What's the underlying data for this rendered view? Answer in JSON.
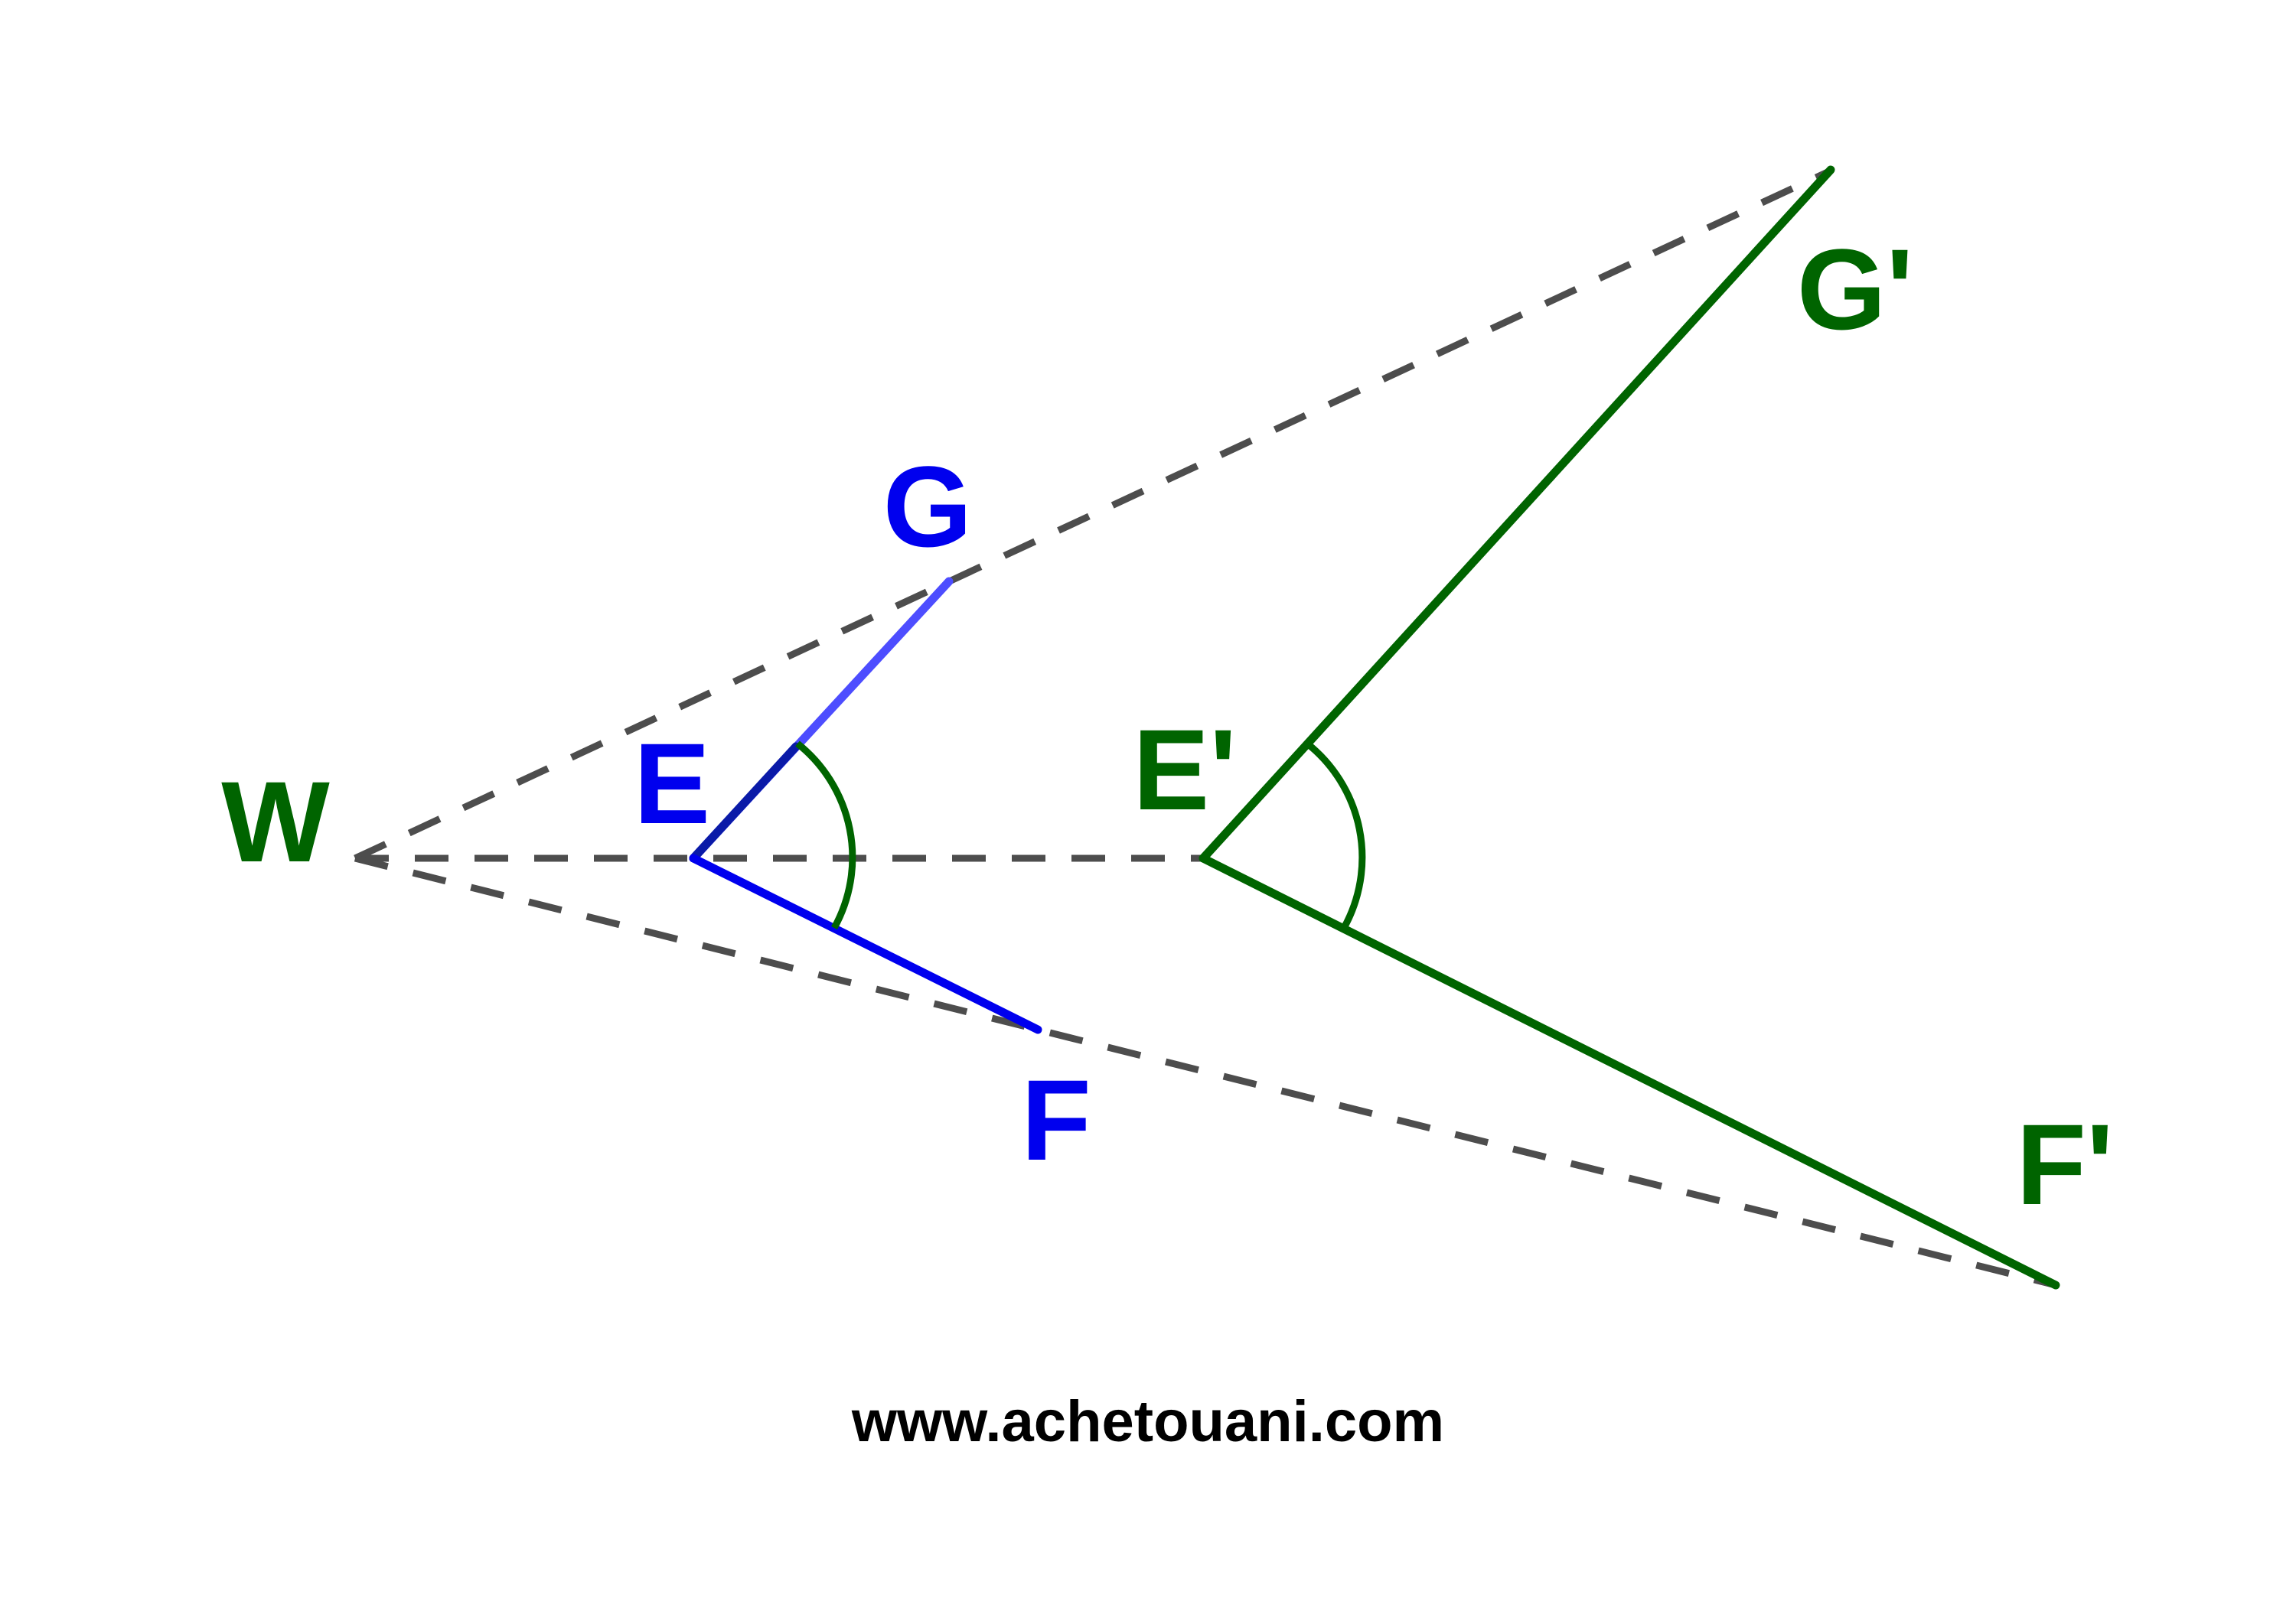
{
  "colors": {
    "blue": "#0000ee",
    "blue_light": "#4d4dff",
    "blue_dark": "#0a1aa8",
    "green": "#006400",
    "dash_gray": "#4d4d4d",
    "text_black": "#000000"
  },
  "labels": {
    "W": "W",
    "E": "E",
    "F": "F",
    "G": "G",
    "E_prime": "E'",
    "F_prime": "F'",
    "G_prime": "G'"
  },
  "watermark": "www.achetouani.com"
}
